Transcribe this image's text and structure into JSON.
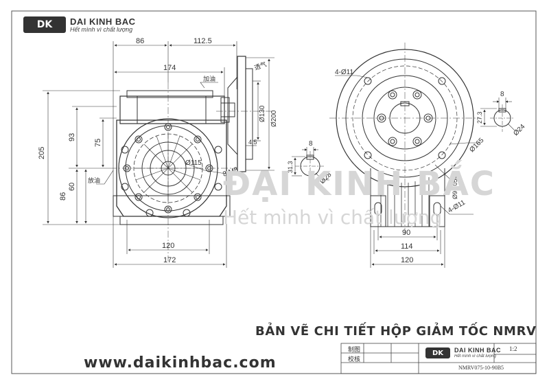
{
  "brand": {
    "logo_text": "DK",
    "name": "DAI KINH BAC",
    "slogan": "Hết mình vì chất lượng"
  },
  "title": "BẢN VẼ CHI TIẾT HỘP GIẢM TỐC NMRV",
  "website": "www.daikinhbac.com",
  "watermark": {
    "name": "ĐẠI KINH BẮC",
    "slogan": "Hết mình vì chất lượng"
  },
  "title_block": {
    "row1_label": "制图",
    "row2_label": "校核",
    "scale": "1:2",
    "drawing_number": "NMRV075-10-90B5"
  },
  "dimensions": {
    "front": {
      "w_86": "86",
      "w_112_5": "112.5",
      "w_174": "174",
      "h_205": "205",
      "h_93": "93",
      "h_75": "75",
      "h_86": "86",
      "h_60": "60",
      "w_120": "120",
      "w_172": "172",
      "oil_fill": "加油",
      "oil_drain": "放油",
      "holes": "8-M8",
      "bore": "Ø115",
      "vent": "透气"
    },
    "side": {
      "flange_d200": "Ø200",
      "flange_d130": "Ø130",
      "flange_t": "4.5"
    },
    "shaft_key": {
      "key_w": "8",
      "key_h": "31.3",
      "shaft_d": "Ø28"
    },
    "right": {
      "holes_4": "4-Ø11",
      "key_w": "8",
      "key_h": "27.3",
      "shaft_d": "Ø24",
      "pcd": "Ø165",
      "bore": "Ø95.054",
      "holes_base": "4-Ø11",
      "w_90": "90",
      "w_114": "114",
      "w_120": "120"
    }
  }
}
